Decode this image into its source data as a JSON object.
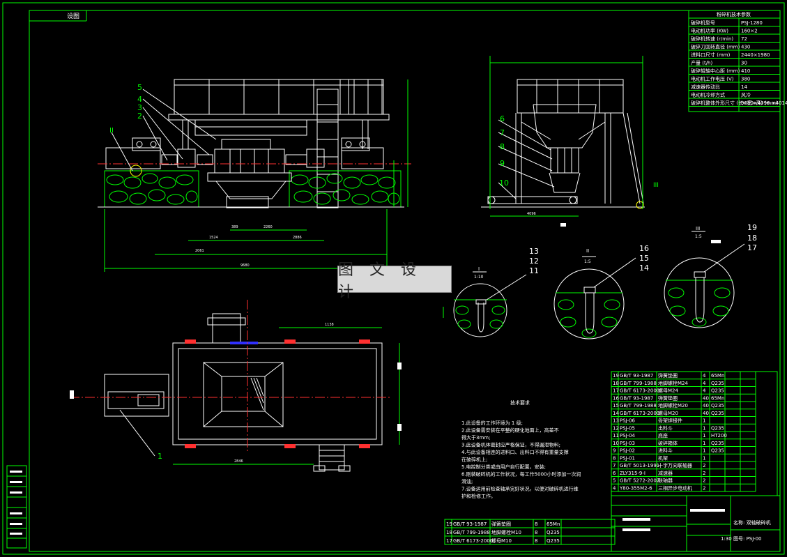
{
  "watermark": "图 文 设 计",
  "corner_tag": "设图",
  "spec_table": {
    "title": "粉碎机技术参数",
    "rows": [
      [
        "破碎机型号",
        "PSJ-1280"
      ],
      [
        "电动机功率 (KW)",
        "160×2"
      ],
      [
        "破碎机转速 (r/min)",
        "72"
      ],
      [
        "破碎刀回转直径 (mm)",
        "430"
      ],
      [
        "进料口尺寸 (mm)",
        "2440×1980"
      ],
      [
        "产量 (t/h)",
        "30"
      ],
      [
        "破碎辊轴中心距 (mm)",
        "410"
      ],
      [
        "电动机工作电压 (V)",
        "380"
      ],
      [
        "减速器传动比",
        "14"
      ],
      [
        "电动机冷却方式",
        "风冷"
      ],
      [
        "破碎机整体外形尺寸 (长×宽×高) (mm)",
        "9680×4096 ×4014"
      ]
    ]
  },
  "part_numbers": [
    "1",
    "2",
    "3",
    "4",
    "5",
    "6",
    "7",
    "8",
    "9",
    "10",
    "11",
    "12",
    "13",
    "14",
    "15",
    "16",
    "17",
    "18",
    "19"
  ],
  "detail_labels": {
    "d1": "I",
    "d1_scale": "1:10",
    "d2": "II",
    "d2_scale": "1:5",
    "d3": "III",
    "d3_scale": "1:5"
  },
  "tech_req": {
    "title": "技术要求",
    "lines": [
      "1.此设备的工作环境为 1 级;",
      "2.此设备需安装在平整的硬化地面上，高差不",
      "  得大于3mm;",
      "3.此设备机体密封应严格保证，不得漏泄物料;",
      "4.与此设备相连的进料口、出料口不得有重量支撑",
      "  在破碎机上;",
      "5.电控制分类或由用户自行配置，安装;",
      "6.刚装破碎机的工作状况，每工作5000小时添加一次润",
      "  滑油;",
      "7.设备运用前检查轴承完好状况，以便对破碎机进行维",
      "  护和检修工作。"
    ]
  },
  "bom": {
    "rows": [
      [
        "19",
        "GB/T 93-1987",
        "弹簧垫圈",
        "4",
        "65Mn",
        ""
      ],
      [
        "18",
        "GB/T 799-1988",
        "地脚螺栓M24",
        "4",
        "Q235",
        ""
      ],
      [
        "17",
        "GB/T 6173-2000",
        "螺母M24",
        "4",
        "Q235",
        ""
      ],
      [
        "16",
        "GB/T 93-1987",
        "弹簧垫圈",
        "40",
        "65Mn",
        ""
      ],
      [
        "15",
        "GB/T 799-1988",
        "地脚螺栓M20",
        "40",
        "Q235",
        ""
      ],
      [
        "14",
        "GB/T 6173-2000",
        "螺母M20",
        "40",
        "Q235",
        ""
      ],
      [
        "13",
        "PSJ-06",
        "骨架焊接件",
        "1",
        "",
        ""
      ],
      [
        "12",
        "PSJ-05",
        "出料斗",
        "1",
        "Q235",
        ""
      ],
      [
        "11",
        "PSJ-04",
        "底座",
        "1",
        "HT200",
        ""
      ],
      [
        "10",
        "PSJ-03",
        "破碎箱体",
        "1",
        "Q235",
        ""
      ],
      [
        "9",
        "PSJ-02",
        "进料斗",
        "1",
        "Q235",
        ""
      ],
      [
        "8",
        "PSJ-01",
        "机架",
        "1",
        "",
        ""
      ],
      [
        "7",
        "GB/T 5013-1991",
        "十字万向联轴器",
        "2",
        "",
        ""
      ],
      [
        "6",
        "ZLY315-9-I",
        "减速器",
        "2",
        "",
        ""
      ],
      [
        "5",
        "GB/T 5272-2002",
        "联轴器",
        "2",
        "",
        ""
      ],
      [
        "4",
        "Y80-355M2-6",
        "三相异步电动机",
        "2",
        "",
        ""
      ]
    ]
  },
  "bom_small": {
    "rows": [
      [
        "19",
        "GB/T 93-1987",
        "弹簧垫圈",
        "8",
        "65Mn"
      ],
      [
        "18",
        "GB/T 799-1988",
        "地脚螺栓M10",
        "8",
        "Q235"
      ],
      [
        "17",
        "GB/T 6173-2000",
        "螺母M10",
        "8",
        "Q235"
      ]
    ]
  },
  "title_block": {
    "name": "名称: 双轴破碎机",
    "code": "图号: PSJ-00",
    "scale": "1:30"
  }
}
